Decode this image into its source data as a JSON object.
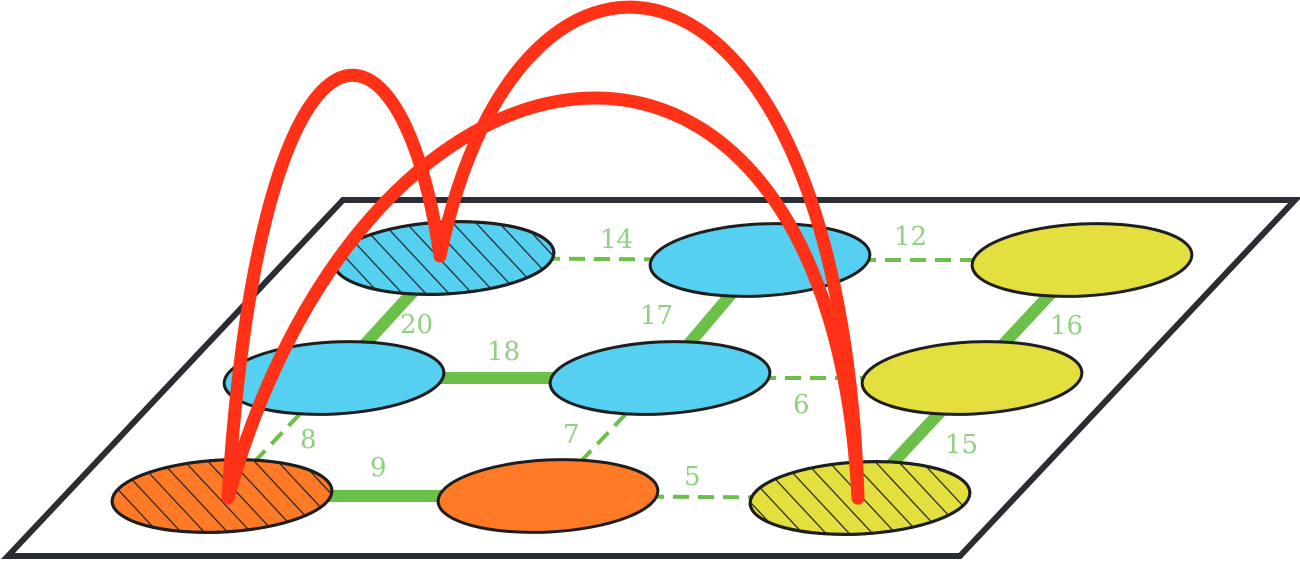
{
  "colors": {
    "plane_stroke": "#2a2d33",
    "solid_edge": "#6cc04a",
    "dashed_edge": "#6cc04a",
    "label": "#8fd17f",
    "arc": "#ff3217",
    "node_blue": "#55d0f0",
    "node_orange": "#ff7a26",
    "node_yellow": "#e2df3e",
    "node_outline": "#1e1e1e"
  },
  "nodes": [
    {
      "id": "n-top-left",
      "color": "blue",
      "hatched": true
    },
    {
      "id": "n-top-mid",
      "color": "blue",
      "hatched": false
    },
    {
      "id": "n-top-right",
      "color": "yellow",
      "hatched": false
    },
    {
      "id": "n-mid-left",
      "color": "blue",
      "hatched": false
    },
    {
      "id": "n-mid-mid",
      "color": "blue",
      "hatched": false
    },
    {
      "id": "n-mid-right",
      "color": "yellow",
      "hatched": false
    },
    {
      "id": "n-bot-left",
      "color": "orange",
      "hatched": true
    },
    {
      "id": "n-bot-mid",
      "color": "orange",
      "hatched": false
    },
    {
      "id": "n-bot-right",
      "color": "yellow",
      "hatched": true
    }
  ],
  "edges": [
    {
      "from": "n-top-left",
      "to": "n-top-mid",
      "weight": "14",
      "style": "dashed"
    },
    {
      "from": "n-top-mid",
      "to": "n-top-right",
      "weight": "12",
      "style": "dashed"
    },
    {
      "from": "n-top-left",
      "to": "n-mid-left",
      "weight": "20",
      "style": "solid"
    },
    {
      "from": "n-top-mid",
      "to": "n-mid-mid",
      "weight": "17",
      "style": "solid"
    },
    {
      "from": "n-top-right",
      "to": "n-mid-right",
      "weight": "16",
      "style": "solid"
    },
    {
      "from": "n-mid-left",
      "to": "n-mid-mid",
      "weight": "18",
      "style": "solid"
    },
    {
      "from": "n-mid-mid",
      "to": "n-mid-right",
      "weight": "6",
      "style": "dashed"
    },
    {
      "from": "n-mid-left",
      "to": "n-bot-left",
      "weight": "8",
      "style": "dashed"
    },
    {
      "from": "n-mid-mid",
      "to": "n-bot-mid",
      "weight": "7",
      "style": "dashed"
    },
    {
      "from": "n-mid-right",
      "to": "n-bot-right",
      "weight": "15",
      "style": "solid"
    },
    {
      "from": "n-bot-left",
      "to": "n-bot-mid",
      "weight": "9",
      "style": "solid"
    },
    {
      "from": "n-bot-mid",
      "to": "n-bot-right",
      "weight": "5",
      "style": "dashed"
    }
  ],
  "arcs": [
    {
      "from": "n-bot-left",
      "to": "n-top-left"
    },
    {
      "from": "n-bot-left",
      "to": "n-bot-right"
    },
    {
      "from": "n-top-left",
      "to": "n-bot-right"
    }
  ]
}
